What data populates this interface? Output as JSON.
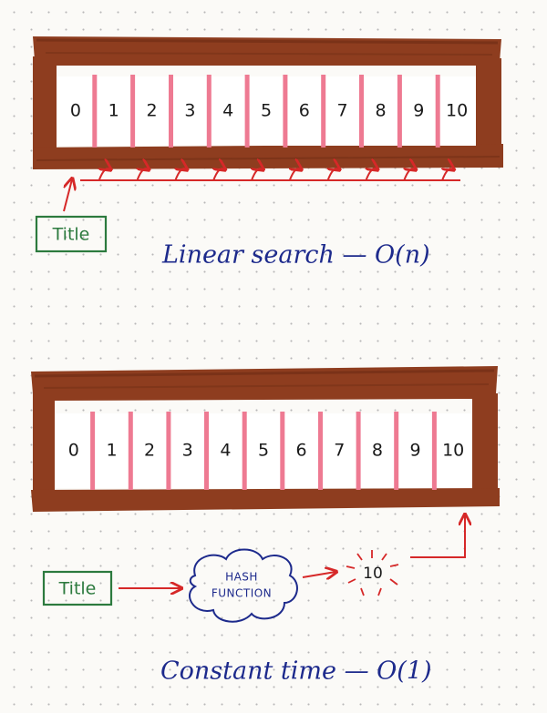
{
  "linear": {
    "cells": [
      "0",
      "1",
      "2",
      "3",
      "4",
      "5",
      "6",
      "7",
      "8",
      "9",
      "10"
    ],
    "title_label": "Title",
    "caption": "Linear search — O(n)"
  },
  "hash": {
    "cells": [
      "0",
      "1",
      "2",
      "3",
      "4",
      "5",
      "6",
      "7",
      "8",
      "9",
      "10"
    ],
    "title_label": "Title",
    "function_line1": "HASH",
    "function_line2": "FUNCTION",
    "result": "10",
    "caption": "Constant time — O(1)"
  },
  "colors": {
    "shelf_wood": "#8e3d1f",
    "shelf_wood_dark": "#6d2c14",
    "divider_pink": "#ee7a92",
    "arrow_red": "#d62828",
    "title_green": "#2c7a3e",
    "ink_blue": "#1d2a8c"
  }
}
